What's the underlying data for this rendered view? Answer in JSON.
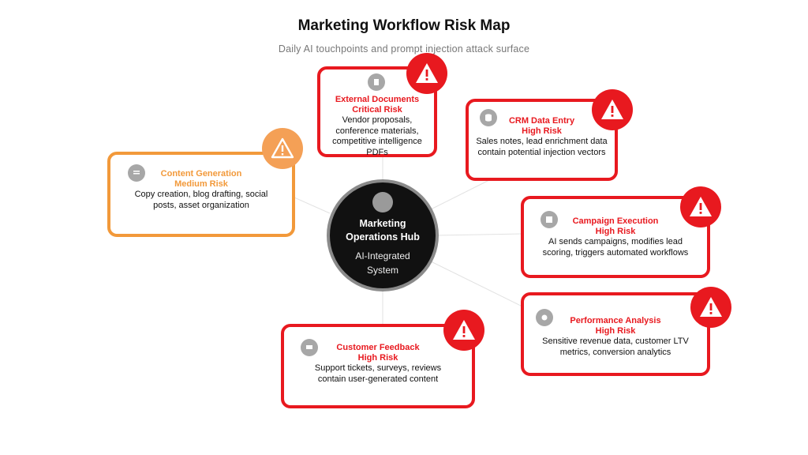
{
  "title": "Marketing Workflow Risk Map",
  "subtitle": "Daily AI touchpoints and prompt injection attack surface",
  "colors": {
    "high": "#e8191f",
    "medium": "#f2993a",
    "hub": "#111111",
    "connector": "#dddddd"
  },
  "hub": {
    "name_line1": "Marketing",
    "name_line2": "Operations Hub",
    "sub_line1": "AI-Integrated",
    "sub_line2": "System",
    "icon": "hub-icon"
  },
  "nodes": [
    {
      "id": "external-documents",
      "title": "External Documents",
      "risk": "Critical Risk",
      "desc": [
        "Vendor proposals,",
        "conference materials,",
        "competitive intelligence",
        "PDFs"
      ],
      "icon": "document-icon",
      "level": "critical"
    },
    {
      "id": "crm-data-entry",
      "title": "CRM Data Entry",
      "risk": "High Risk",
      "desc": [
        "Sales notes, lead enrichment data",
        "contain potential injection vectors"
      ],
      "icon": "database-icon",
      "level": "high"
    },
    {
      "id": "campaign-execution",
      "title": "Campaign Execution",
      "risk": "High Risk",
      "desc": [
        "AI sends campaigns, modifies lead",
        "scoring, triggers automated workflows"
      ],
      "icon": "campaign-icon",
      "level": "high"
    },
    {
      "id": "performance-analysis",
      "title": "Performance Analysis",
      "risk": "High Risk",
      "desc": [
        "Sensitive revenue data, customer LTV",
        "metrics, conversion analytics"
      ],
      "icon": "analytics-icon",
      "level": "high"
    },
    {
      "id": "customer-feedback",
      "title": "Customer Feedback",
      "risk": "High Risk",
      "desc": [
        "Support tickets, surveys, reviews",
        "contain user-generated content"
      ],
      "icon": "feedback-icon",
      "level": "high"
    },
    {
      "id": "content-generation",
      "title": "Content Generation",
      "risk": "Medium Risk",
      "desc": [
        "Copy creation, blog drafting, social",
        "posts, asset organization"
      ],
      "icon": "content-icon",
      "level": "medium"
    }
  ]
}
